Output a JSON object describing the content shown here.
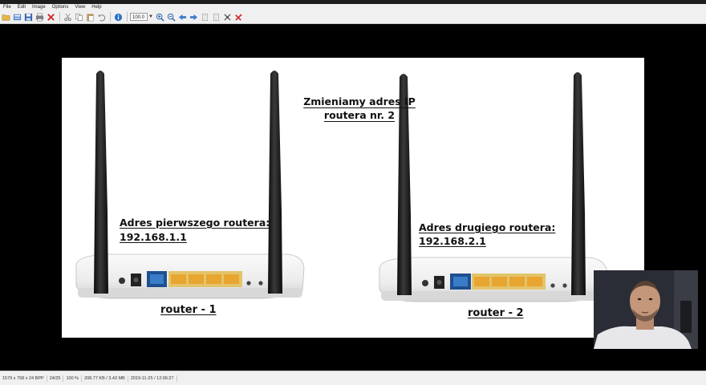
{
  "menu": [
    "File",
    "Edit",
    "Image",
    "Options",
    "View",
    "Help"
  ],
  "toolbar": {
    "zoom_value": "100.0",
    "buttons": [
      "open-icon",
      "thumbnails-icon",
      "save-icon",
      "print-icon",
      "delete-icon",
      "cut-icon",
      "copy-icon",
      "paste-icon",
      "undo-icon",
      "info-icon",
      "zoom-in-icon",
      "zoom-out-icon",
      "previous-icon",
      "next-icon",
      "first-page-icon",
      "last-page-icon",
      "settings-icon",
      "exit-icon"
    ]
  },
  "slide": {
    "heading_line1": "Zmieniamy adres IP",
    "heading_line2": "routera nr. 2",
    "router1": {
      "label": "Adres pierwszego routera:",
      "ip": "192.168.1.1",
      "caption": "router - 1"
    },
    "router2": {
      "label": "Adres drugiego routera:",
      "ip": "192.168.2.1",
      "caption": "router - 2"
    }
  },
  "status": [
    "1579 x 758 x 24 BPP",
    "24/25",
    "100 %",
    "208.77 KB / 3.43 MB",
    "2019-11-25 / 12:06:27"
  ],
  "colors": {
    "lan_port": "#e8a530",
    "wan_port": "#2f6fb5",
    "router_body": "#f2f2f2",
    "antenna": "#1a1a1a"
  }
}
